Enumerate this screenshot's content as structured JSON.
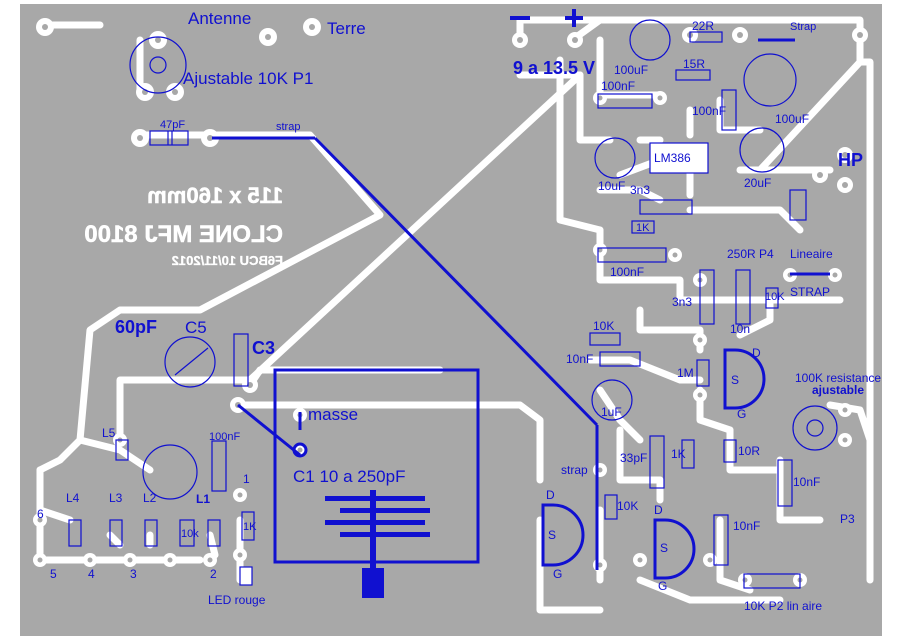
{
  "labels": {
    "antenne": "Antenne",
    "terre": "Terre",
    "minus": "−",
    "plus": "+",
    "voltage": "9 a 13.5 V",
    "ajustable_p1": "Ajustable 10K P1",
    "strap_top": "strap",
    "cap_47pf": "47pF",
    "r_22r": "22R",
    "strap_right": "Strap",
    "c_100uf_a": "100uF",
    "r_15r": "15R",
    "c_100nf_a": "100nF",
    "c_100nf_b": "100nF",
    "c_100uf_b": "100uF",
    "lm386": "LM386",
    "hp": "HP",
    "c_10uf": "10uF",
    "c_3n3_a": "3n3",
    "c_20uf": "20uF",
    "r_1k_a": "1K",
    "r_250r_p4": "250R P4",
    "lineaire": "Lineaire",
    "c_100nf_c": "100nF",
    "c_3n3_b": "3n3",
    "r_10k_a": "10K",
    "strap_caps": "STRAP",
    "c_10n": "10n",
    "c_60pf": "60pF",
    "c5": "C5",
    "c3": "C3",
    "r_10k_b": "10K",
    "c_10nf_a": "10nF",
    "r_1m": "1M",
    "d_a": "D",
    "s_a": "S",
    "g_a": "G",
    "r_100k_res": "100K resistance",
    "ajustable": "ajustable",
    "c_1uf": "1uF",
    "masse": "masse",
    "l5": "L5",
    "c_100nf_d": "100nF",
    "c1": "C1  10 a 250pF",
    "c_33pf": "33pF",
    "r_1k_b": "1K",
    "r_10r": "10R",
    "c_10nf_b": "10nF",
    "strap_mid": "strap",
    "l4": "L4",
    "l3": "L3",
    "l2": "L2",
    "l1": "L1",
    "n6": "6",
    "n1": "1",
    "d_b": "D",
    "s_b": "S",
    "g_b": "G",
    "r_10k_c": "10K",
    "d_c": "D",
    "s_c": "S",
    "g_c": "G",
    "c_10nf_c": "10nF",
    "p3": "P3",
    "r_10k_d": "10k",
    "r_1k_c": "1K",
    "n5": "5",
    "n4": "4",
    "n3": "3",
    "n2": "2",
    "led_rouge": "LED rouge",
    "p2": "10K P2 lin aire",
    "mirror_1": "115 x 160mm",
    "mirror_2": "CLONE MFJ 8100",
    "mirror_3": "F6BCU 10/11/2012"
  },
  "colors": {
    "board": "#a8a8a8",
    "copper": "#ffffff",
    "silk": "#1010d0"
  }
}
